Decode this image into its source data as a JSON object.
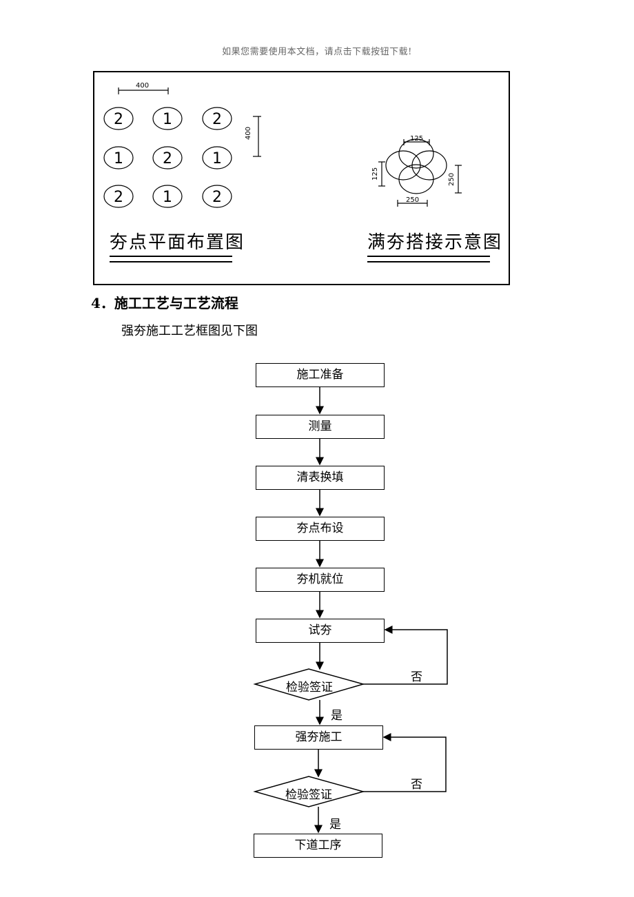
{
  "header_note": "如果您需要使用本文档，请点击下载按钮下载!",
  "figure": {
    "left_caption": "夯点平面布置图",
    "right_caption": "满夯搭接示意图",
    "spacing_label": "400",
    "vertical_label": "400",
    "grid_numbers": [
      "2",
      "1",
      "2",
      "1",
      "2",
      "1",
      "2",
      "1",
      "2"
    ],
    "overlap_top_label": "125",
    "overlap_left_label": "125",
    "overlap_right_label": "250",
    "overlap_bottom_label": "250"
  },
  "section": {
    "heading": "4．施工工艺与工艺流程",
    "intro": "强夯施工工艺框图见下图"
  },
  "flowchart": {
    "steps": [
      "施工准备",
      "测量",
      "清表换填",
      "夯点布设",
      "夯机就位",
      "试夯"
    ],
    "check_1": "检验签证",
    "main_work": "强夯施工",
    "check_2": "检验签证",
    "final_step": "下道工序",
    "no_label_1": "否",
    "yes_label_1": "是",
    "no_label_2": "否",
    "yes_label_2": "是"
  }
}
